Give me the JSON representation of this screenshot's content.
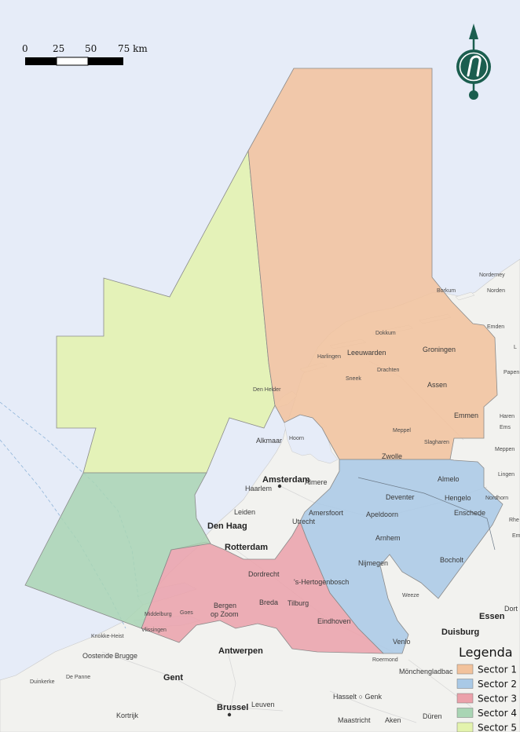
{
  "map": {
    "scale_bar": {
      "ticks": [
        "0",
        "25",
        "50",
        "75 km"
      ]
    },
    "legend": {
      "title": "Legenda",
      "items": [
        {
          "label": "Sector 1",
          "color": "#f2c29c"
        },
        {
          "label": "Sector 2",
          "color": "#a9c9e6"
        },
        {
          "label": "Sector 3",
          "color": "#eba1aa"
        },
        {
          "label": "Sector 4",
          "color": "#a9d5b4"
        },
        {
          "label": "Sector 5",
          "color": "#e3f3ad"
        }
      ]
    },
    "colors": {
      "sea": "#e6ecf8",
      "land": "#f2f2ef",
      "north_arrow": "#1b5e4f"
    },
    "places": {
      "amsterdam": "Amsterdam",
      "den_haag": "Den Haag",
      "rotterdam": "Rotterdam",
      "antwerpen": "Antwerpen",
      "gent": "Gent",
      "brussel": "Brussel",
      "essen": "Essen",
      "duisburg": "Duisburg",
      "haarlem": "Haarlem",
      "almere": "Almere",
      "leiden": "Leiden",
      "utrecht": "Utrecht",
      "amersfoort": "Amersfoort",
      "apeldoorn": "Apeldoorn",
      "deventer": "Deventer",
      "zwolle": "Zwolle",
      "arnhem": "Arnhem",
      "nijmegen": "Nijmegen",
      "hengelo": "Hengelo",
      "almelo": "Almelo",
      "enschede": "Enschede",
      "bocholt": "Bocholt",
      "dordrecht": "Dordrecht",
      "hertogenbosch": "'s-Hertogenbosch",
      "breda": "Breda",
      "tilburg": "Tilburg",
      "eindhoven": "Eindhoven",
      "bergen_op_zoom_1": "Bergen",
      "bergen_op_zoom_2": "op Zoom",
      "middelburg": "Middelburg",
      "goes": "Goes",
      "vlissingen": "Vlissingen",
      "knokke": "Knokke-Heist",
      "oostende": "Oostende",
      "brugge": "Brugge",
      "duinkerke": "Duinkerke",
      "de_panne": "De Panne",
      "kortrijk": "Kortrijk",
      "leuven": "Leuven",
      "hasselt_genk": "Hasselt ○ Genk",
      "maastricht": "Maastricht",
      "aken": "Aken",
      "duren": "Düren",
      "monchengladbach": "Mönchengladbac",
      "roermond": "Roermond",
      "venlo": "Venlo",
      "weeze": "Weeze",
      "den_helder": "Den Helder",
      "alkmaar": "Alkmaar",
      "hoorn": "Hoorn",
      "harlingen": "Harlingen",
      "leeuwarden": "Leeuwarden",
      "dokkum": "Dokkum",
      "drachten": "Drachten",
      "sneek": "Sneek",
      "groningen": "Groningen",
      "assen": "Assen",
      "emmen": "Emmen",
      "meppel": "Meppel",
      "slagharen": "Slagharen",
      "borkum": "Borkum",
      "norden": "Norden",
      "norderney": "Norderney",
      "emden": "Emden",
      "papenburg": "Papen",
      "haren": "Haren",
      "meppen": "Meppen",
      "lingen": "Lingen",
      "nordhorn": "Nordhorn",
      "rheine": "Rhe",
      "dort": "Dort",
      "em": "Em",
      "l": "L",
      "ems": "Ems"
    }
  }
}
